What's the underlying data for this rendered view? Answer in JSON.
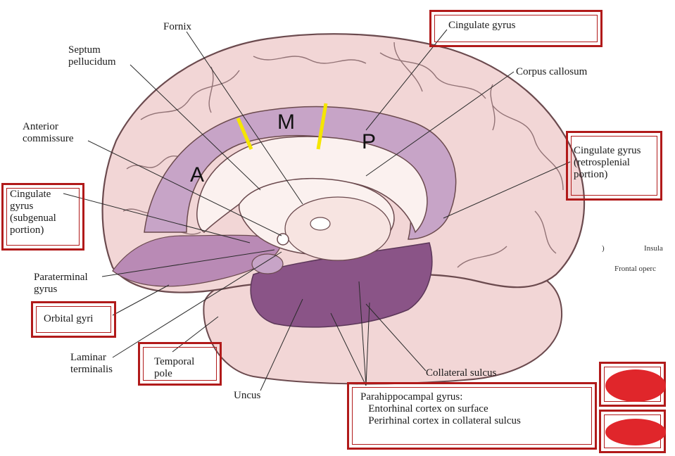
{
  "labels": {
    "fornix": "Fornix",
    "septum": "Septum\npellucidum",
    "anterior_commissure": "Anterior\ncommissure",
    "cingulate_subgenual": "Cingulate\ngyrus\n(subgenual\nportion)",
    "paraterminal": "Paraterminal\ngyrus",
    "orbital": "Orbital gyri",
    "laminar": "Laminar\nterminalis",
    "temporal_pole": "Temporal\npole",
    "uncus": "Uncus",
    "cingulate_gyrus": "Cingulate gyrus",
    "corpus_callosum": "Corpus callosum",
    "cingulate_retro": "Cingulate gyrus\n(retrosplenial\nportion)",
    "collateral": "Collateral sulcus",
    "parahippo": "Parahippocampal gyrus:\n   Entorhinal cortex on surface\n   Perirhinal cortex in collateral sulcus",
    "insula": "Insula",
    "frontal_oper": "Frontal operc",
    "paren": ")"
  },
  "regions": {
    "a": "A",
    "m": "M",
    "p": "P"
  },
  "colors": {
    "brain": "#f2d6d6",
    "brain_outline": "#6b4a4e",
    "cingulate": "#c7a4c7",
    "parahippo": "#8a5487",
    "white_matter": "#fbf1ef",
    "box_red": "#b11a1a",
    "highlight_yellow": "#f5e600",
    "redaction": "#e0262b"
  }
}
